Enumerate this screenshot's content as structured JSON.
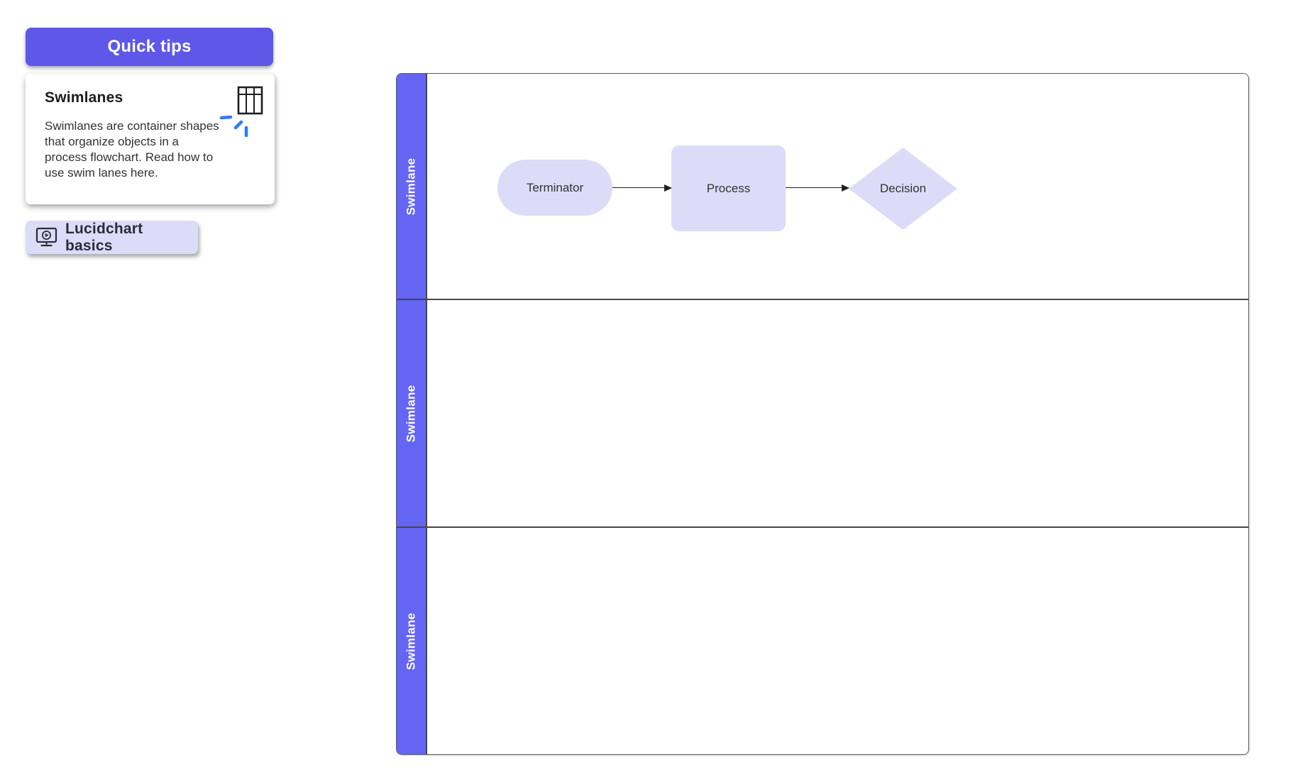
{
  "colors": {
    "accent-purple": "#5E57E8",
    "lane-purple": "#6565F3",
    "shape-fill": "#DCDCF8",
    "panel-fill": "#DCDCF8"
  },
  "quick_tips": {
    "label": "Quick tips"
  },
  "tip_card": {
    "title": "Swimlanes",
    "body": "Swimlanes are container shapes that organize objects in a process flowchart. Read how to use swim lanes here.",
    "icon": "swimlanes-table-icon"
  },
  "basics_button": {
    "label": "Lucidchart basics",
    "icon": "video-tutorial-monitor-icon"
  },
  "diagram": {
    "type": "swimlane-flowchart",
    "lanes": [
      {
        "label": "Swimlane"
      },
      {
        "label": "Swimlane"
      },
      {
        "label": "Swimlane"
      }
    ],
    "nodes": [
      {
        "type": "terminator",
        "label": "Terminator",
        "lane": 0
      },
      {
        "type": "process",
        "label": "Process",
        "lane": 0
      },
      {
        "type": "decision",
        "label": "Decision",
        "lane": 0
      }
    ],
    "connectors": [
      {
        "from": "Terminator",
        "to": "Process"
      },
      {
        "from": "Process",
        "to": "Decision"
      }
    ]
  }
}
